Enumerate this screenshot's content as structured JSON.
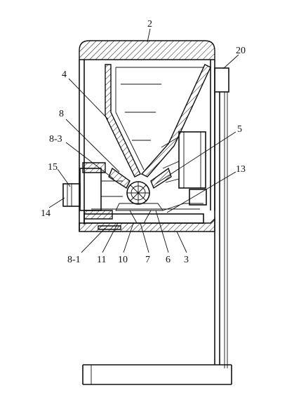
{
  "labels": {
    "l2": "2",
    "l20": "20",
    "l4": "4",
    "l8": "8",
    "l8_3": "8-3",
    "l5": "5",
    "l15": "15",
    "l13": "13",
    "l14": "14",
    "l8_1": "8-1",
    "l11": "11",
    "l10": "10",
    "l7": "7",
    "l6": "6",
    "l3": "3"
  }
}
